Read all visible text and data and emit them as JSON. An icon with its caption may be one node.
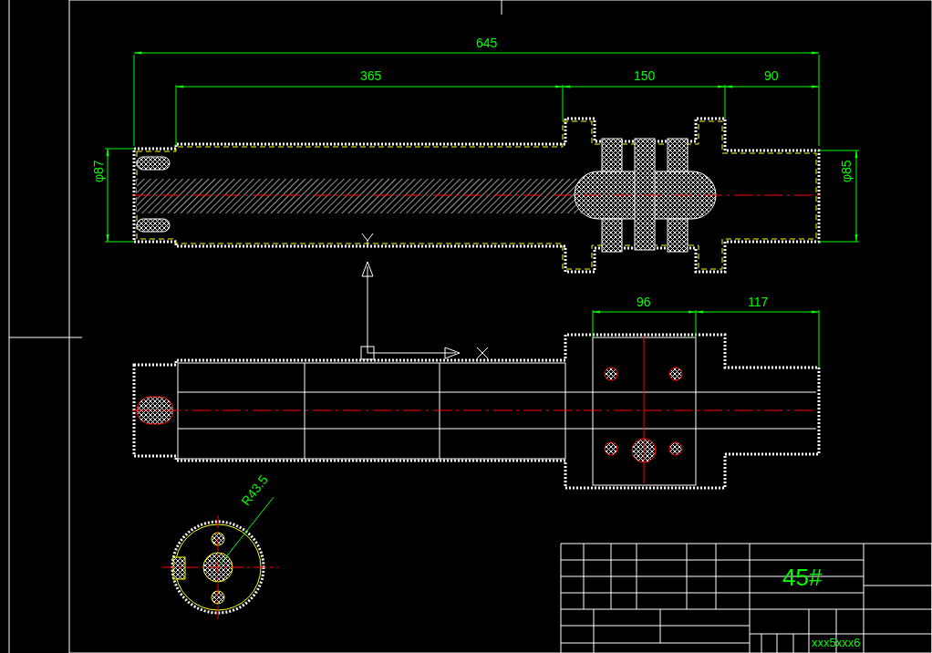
{
  "diagram": {
    "labels": [
      "645",
      "365",
      "150",
      "90",
      "φ87",
      "φ85",
      "96",
      "117",
      "R43.5",
      "45#",
      "xxx5xxx6"
    ]
  }
}
